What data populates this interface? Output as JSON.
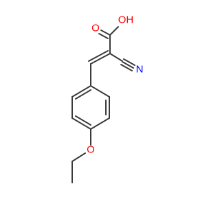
{
  "molecule": {
    "atoms": {
      "carbonyl_o": "O",
      "hydroxyl": "OH",
      "nitrile_n": "N",
      "ether_o": "O"
    },
    "colors": {
      "oxygen": "#ff0000",
      "nitrogen": "#0000ff",
      "bond": "#3a3a3a",
      "background": "#ffffff"
    }
  }
}
